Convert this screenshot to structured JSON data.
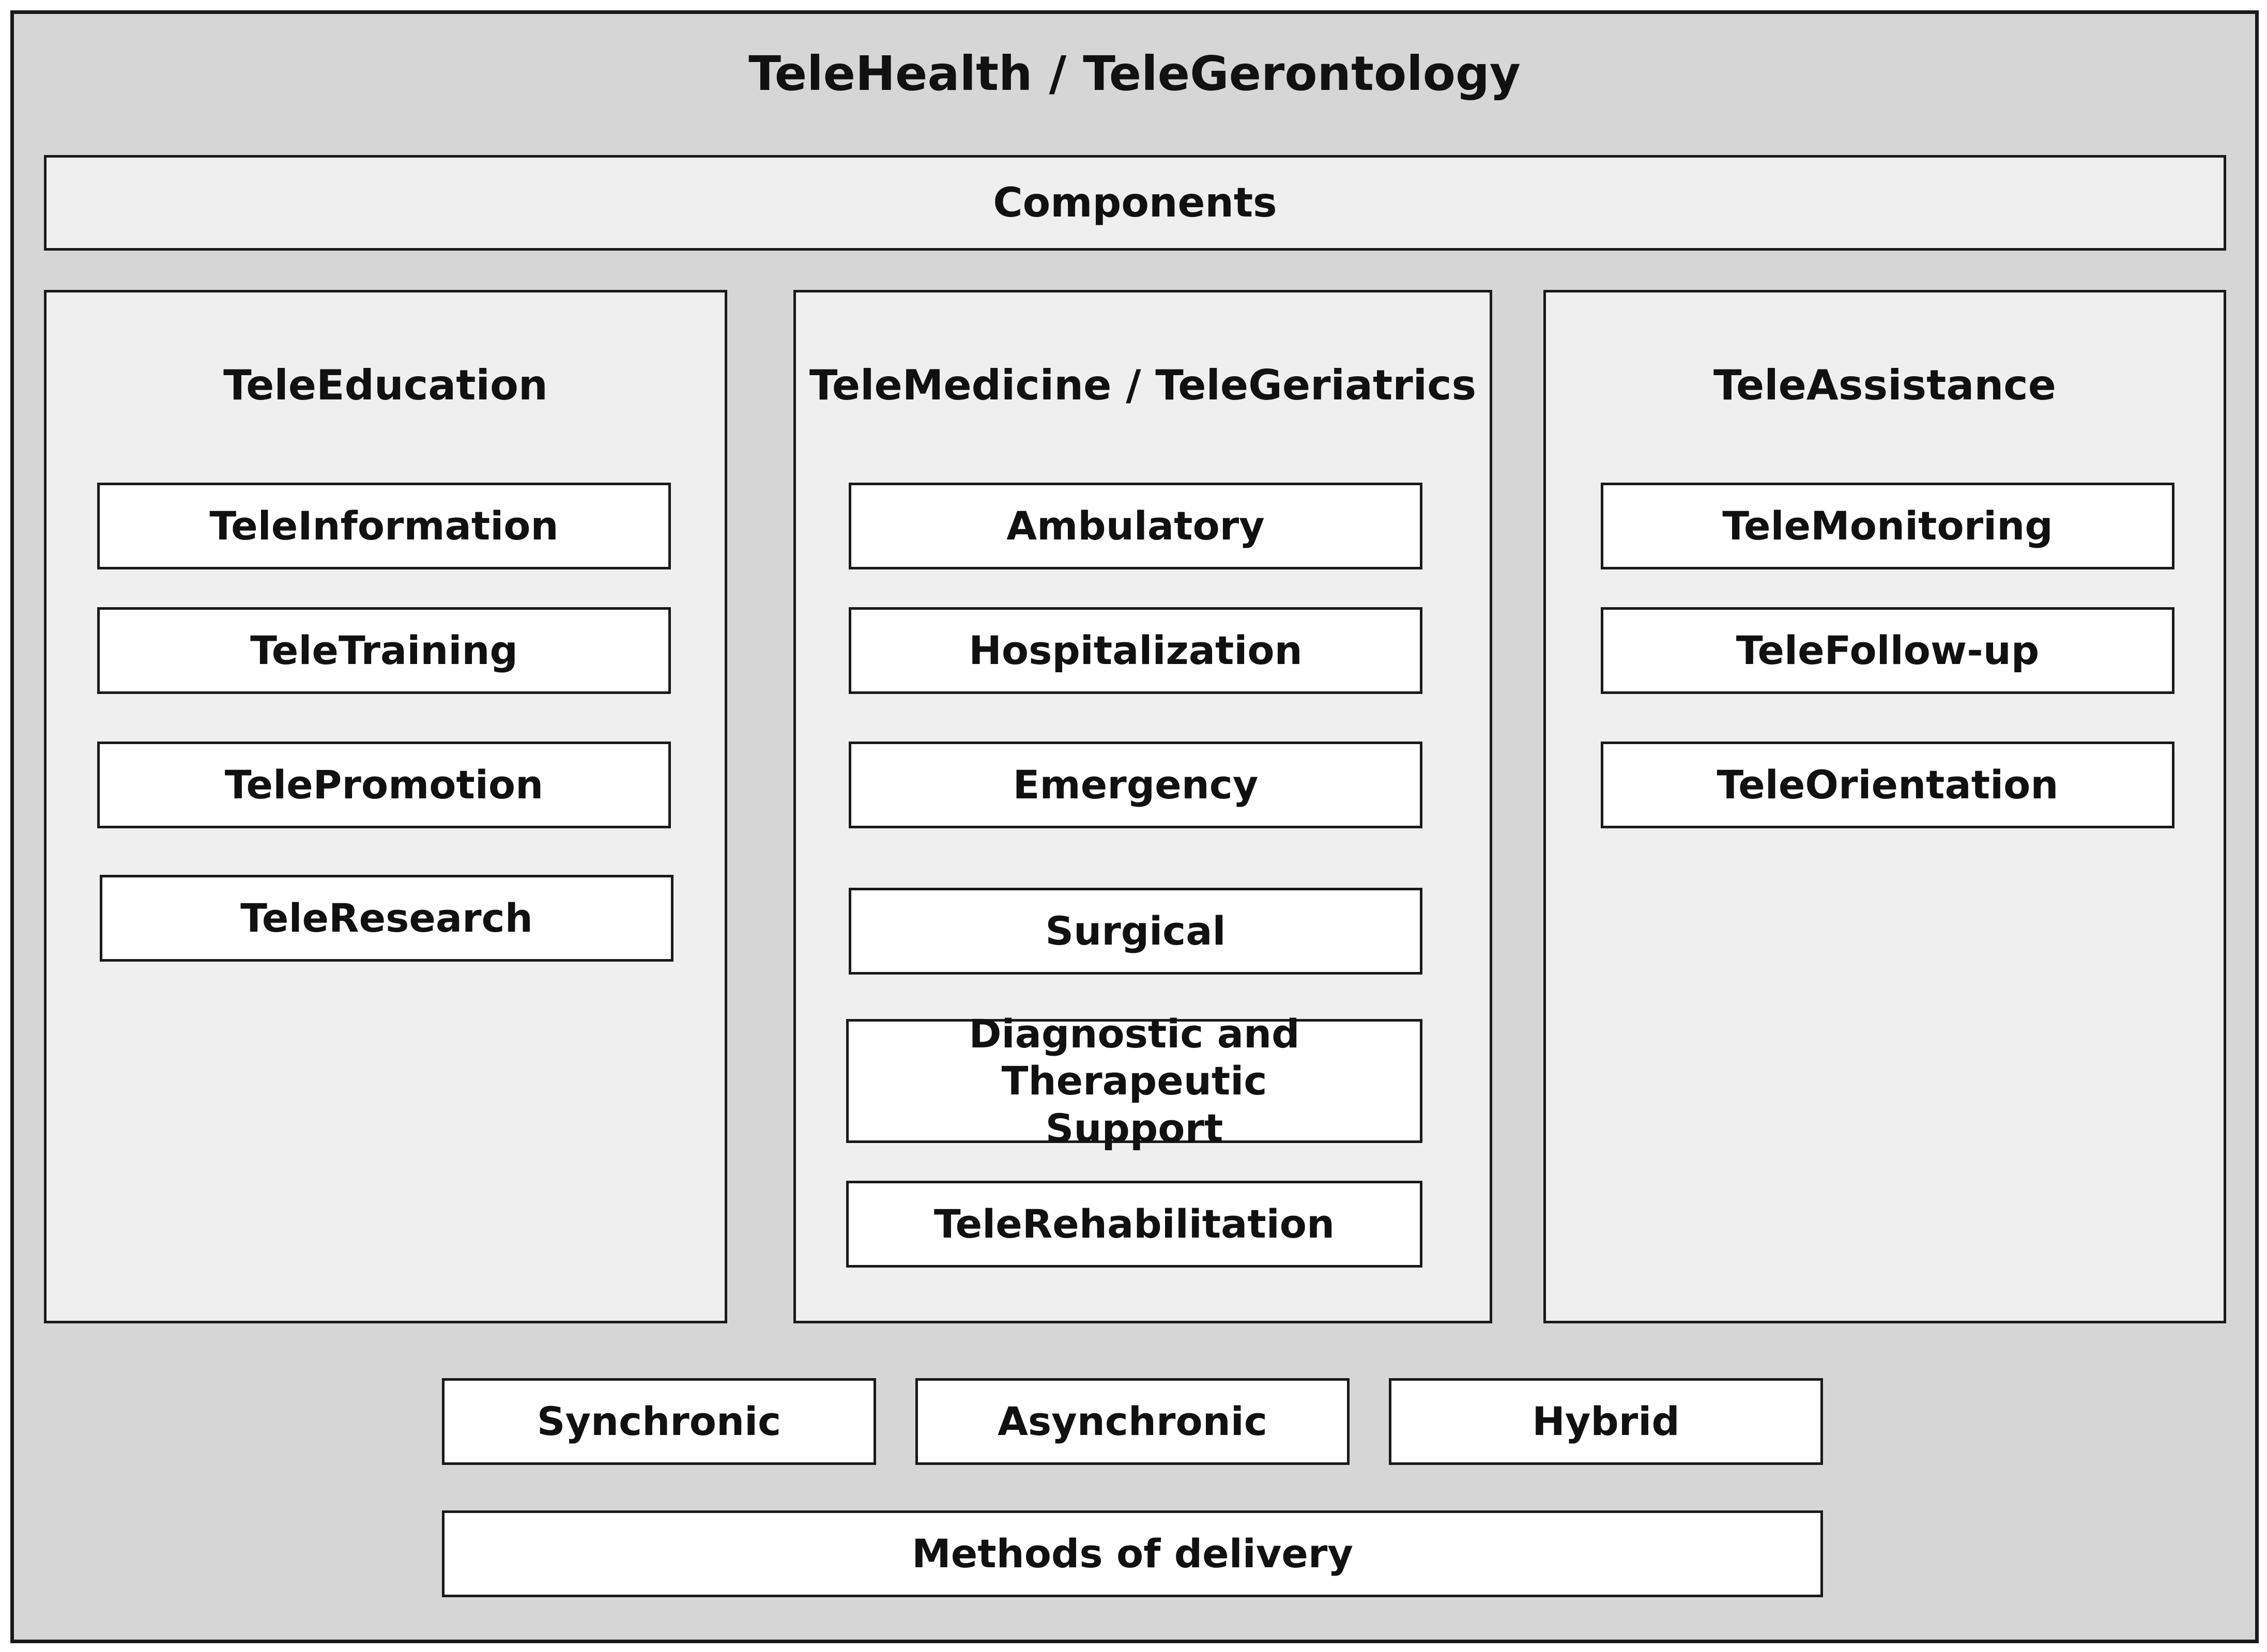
{
  "title": "TeleHealth / TeleGerontology",
  "components_label": "Components",
  "columns": [
    {
      "title": "TeleEducation",
      "items": [
        "TeleInformation",
        "TeleTraining",
        "TelePromotion",
        "TeleResearch"
      ]
    },
    {
      "title": "TeleMedicine / TeleGeriatrics",
      "items": [
        "Ambulatory",
        "Hospitalization",
        "Emergency",
        "Surgical",
        "Diagnostic and Therapeutic Support",
        "TeleRehabilitation"
      ]
    },
    {
      "title": "TeleAssistance",
      "items": [
        "TeleMonitoring",
        "TeleFollow-up",
        "TeleOrientation"
      ]
    }
  ],
  "delivery": {
    "modes": [
      "Synchronic",
      "Asynchronic",
      "Hybrid"
    ],
    "label": "Methods of delivery"
  }
}
